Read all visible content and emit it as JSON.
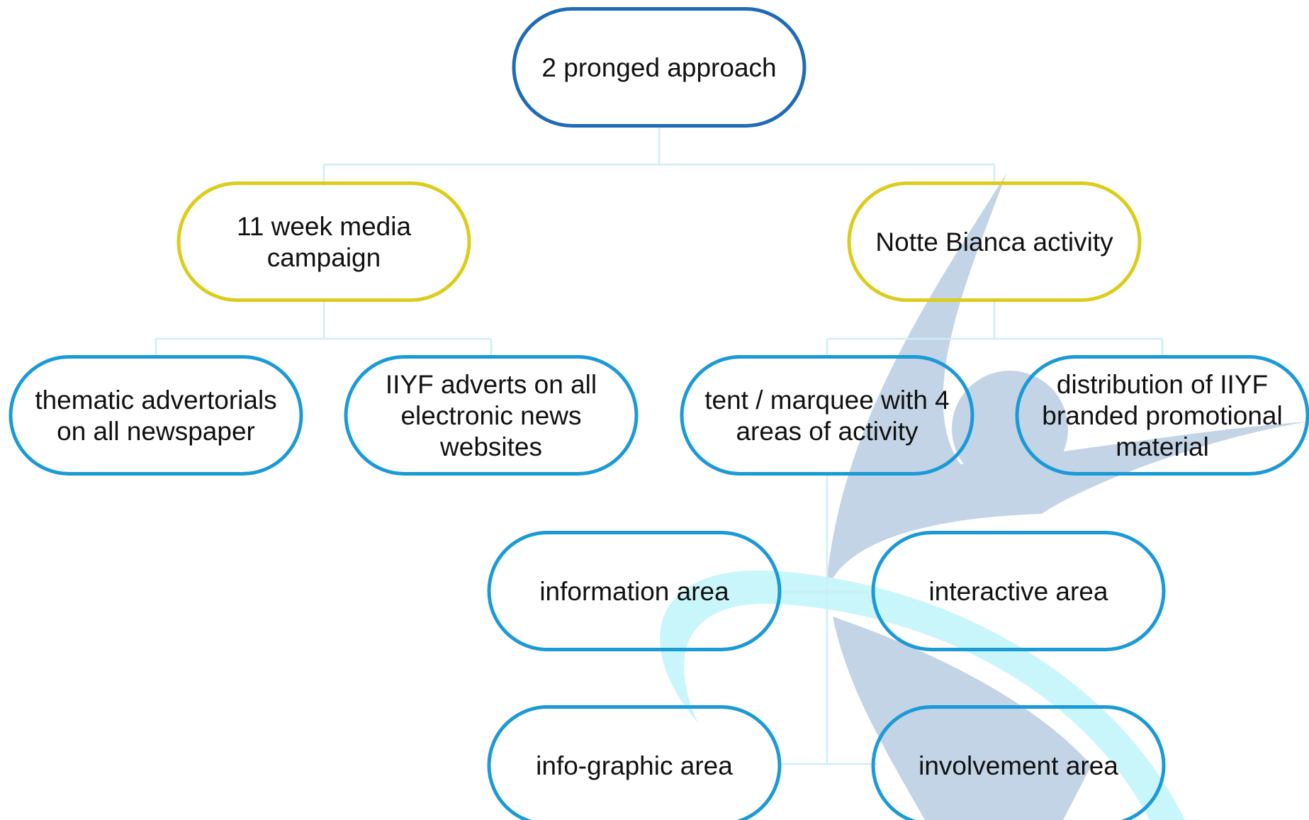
{
  "colors": {
    "root_border": "#1f6bb8",
    "level1_border": "#dccd1a",
    "level2_border": "#1a9ad6",
    "connector": "#cdeef5",
    "logo_grey": "#c2d4e6",
    "logo_cyan": "#c9f6fb"
  },
  "nodes": {
    "root": {
      "label": "2 pronged approach"
    },
    "media": {
      "label": "11 week media campaign"
    },
    "notte": {
      "label": "Notte Bianca activity"
    },
    "advertorials": {
      "label": "thematic advertorials on all newspaper"
    },
    "adverts": {
      "label": "IIYF adverts on all electronic news websites"
    },
    "tent": {
      "label": "tent / marquee with 4 areas of activity"
    },
    "distribution": {
      "label": "distribution of IIYF branded promotional material"
    },
    "information": {
      "label": "information area"
    },
    "interactive": {
      "label": "interactive area"
    },
    "infographic": {
      "label": "info-graphic area"
    },
    "involvement": {
      "label": "involvement area"
    }
  }
}
